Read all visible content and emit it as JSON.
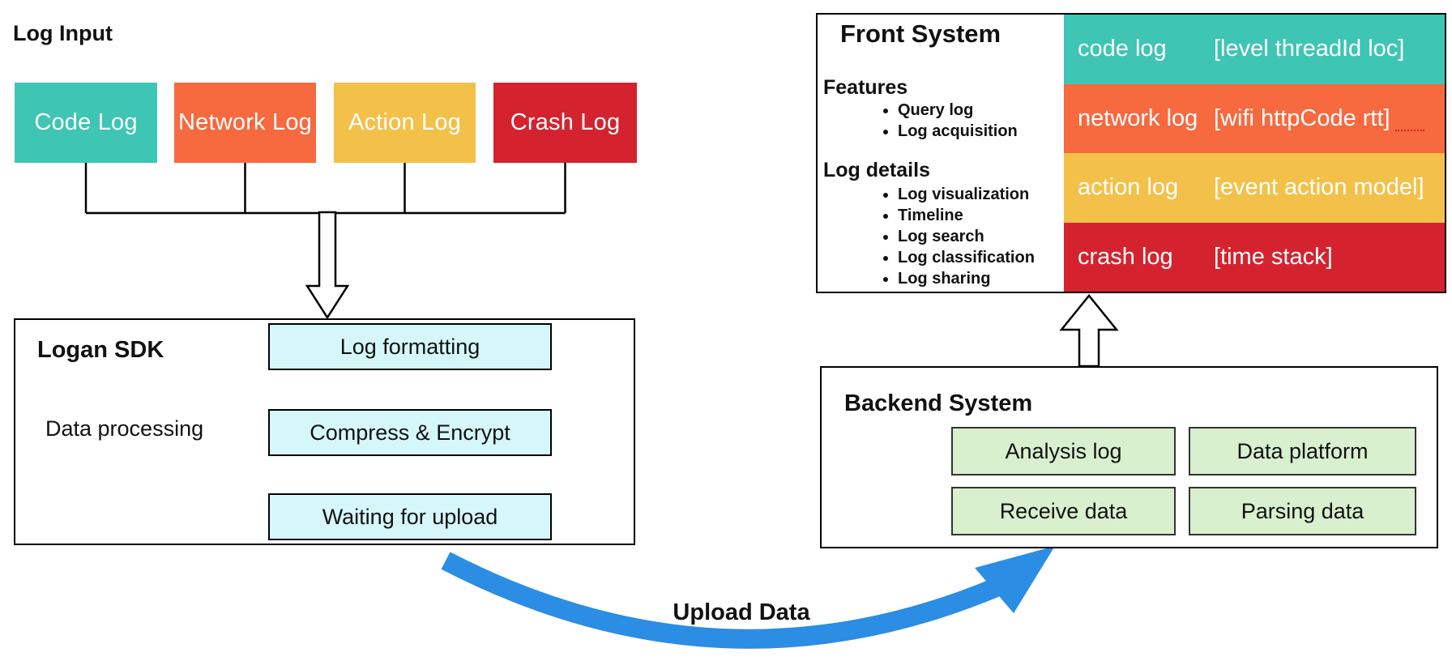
{
  "log_input": {
    "title": "Log Input",
    "boxes": [
      {
        "label": "Code Log",
        "color": "#3FC5B4"
      },
      {
        "label": "Network Log",
        "color": "#F7693F"
      },
      {
        "label": "Action Log",
        "color": "#F3C14A"
      },
      {
        "label": "Crash Log",
        "color": "#D4232E"
      }
    ]
  },
  "logan_sdk": {
    "title": "Logan SDK",
    "label": "Data processing",
    "step_bg": "#D5F7F9",
    "steps": [
      {
        "label": "Log formatting"
      },
      {
        "label": "Compress & Encrypt"
      },
      {
        "label": "Waiting for upload"
      }
    ]
  },
  "front_system": {
    "title": "Front System",
    "features": {
      "heading": "Features",
      "items": [
        "Query log",
        "Log acquisition"
      ]
    },
    "log_details": {
      "heading": "Log details",
      "items": [
        "Log visualization",
        "Timeline",
        "Log search",
        "Log classification",
        "Log sharing"
      ]
    },
    "rows": [
      {
        "label": "code log",
        "fields": "[level threadId loc]",
        "color": "#3FC5B4"
      },
      {
        "label": "network log",
        "fields": "[wifi httpCode rtt]",
        "color": "#F7693F"
      },
      {
        "label": "action log",
        "fields": "[event action model]",
        "color": "#F3C14A"
      },
      {
        "label": "crash log",
        "fields": "[time stack]",
        "color": "#D4232E"
      }
    ]
  },
  "backend_system": {
    "title": "Backend System",
    "box_bg": "#D9F0CF",
    "boxes": [
      {
        "label": "Analysis log"
      },
      {
        "label": "Data platform"
      },
      {
        "label": "Receive data"
      },
      {
        "label": "Parsing data"
      }
    ]
  },
  "upload_arrow": {
    "label": "Upload Data",
    "color": "#2B8DE3"
  }
}
